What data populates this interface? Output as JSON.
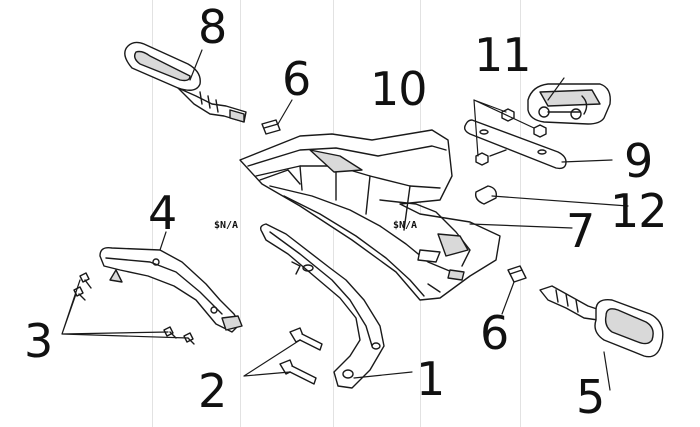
{
  "callouts": [
    {
      "id": "1",
      "text": "1"
    },
    {
      "id": "2",
      "text": "2"
    },
    {
      "id": "3",
      "text": "3"
    },
    {
      "id": "4",
      "text": "4"
    },
    {
      "id": "5",
      "text": "5"
    },
    {
      "id": "6a",
      "text": "6"
    },
    {
      "id": "6b",
      "text": "6"
    },
    {
      "id": "7",
      "text": "7"
    },
    {
      "id": "8",
      "text": "8"
    },
    {
      "id": "9",
      "text": "9"
    },
    {
      "id": "10",
      "text": "10"
    },
    {
      "id": "11",
      "text": "11"
    },
    {
      "id": "12",
      "text": "12"
    }
  ],
  "na_labels": [
    "$N/A",
    "$N/A"
  ],
  "colors": {
    "line": "#1a1a1a",
    "part_fill": "#ffffff",
    "shade": "#d9d9d9",
    "grid": "#e2e2e2"
  }
}
